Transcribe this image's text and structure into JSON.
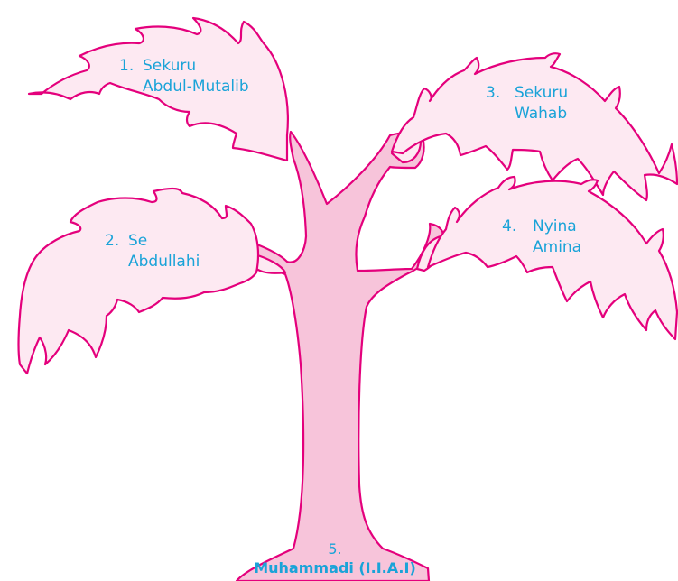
{
  "colors": {
    "outline": "#e4007c",
    "leaf_fill": "#fde9f2",
    "trunk_fill": "#f7c4da",
    "text": "#1aa3d8"
  },
  "members": [
    {
      "number": "1.",
      "line1": "Sekuru",
      "line2": "Abdul-Mutalib"
    },
    {
      "number": "2.",
      "line1": "Se",
      "line2": "Abdullahi"
    },
    {
      "number": "3.",
      "line1": "Sekuru",
      "line2": "Wahab"
    },
    {
      "number": "4.",
      "line1": "Nyina",
      "line2": "Amina"
    }
  ],
  "root": {
    "number": "5.",
    "name": "Muhammadi (I.I.A.I)"
  }
}
